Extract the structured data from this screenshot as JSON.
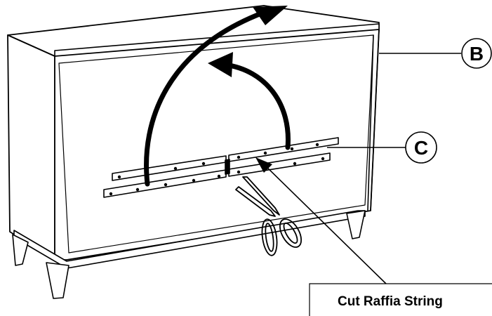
{
  "callouts": {
    "b": "B",
    "c": "C"
  },
  "caption": "Cut Raffia String",
  "icons": [
    "scissors-icon",
    "rotate-arrow-icon"
  ],
  "colors": {
    "line": "#000000",
    "background": "#ffffff"
  }
}
